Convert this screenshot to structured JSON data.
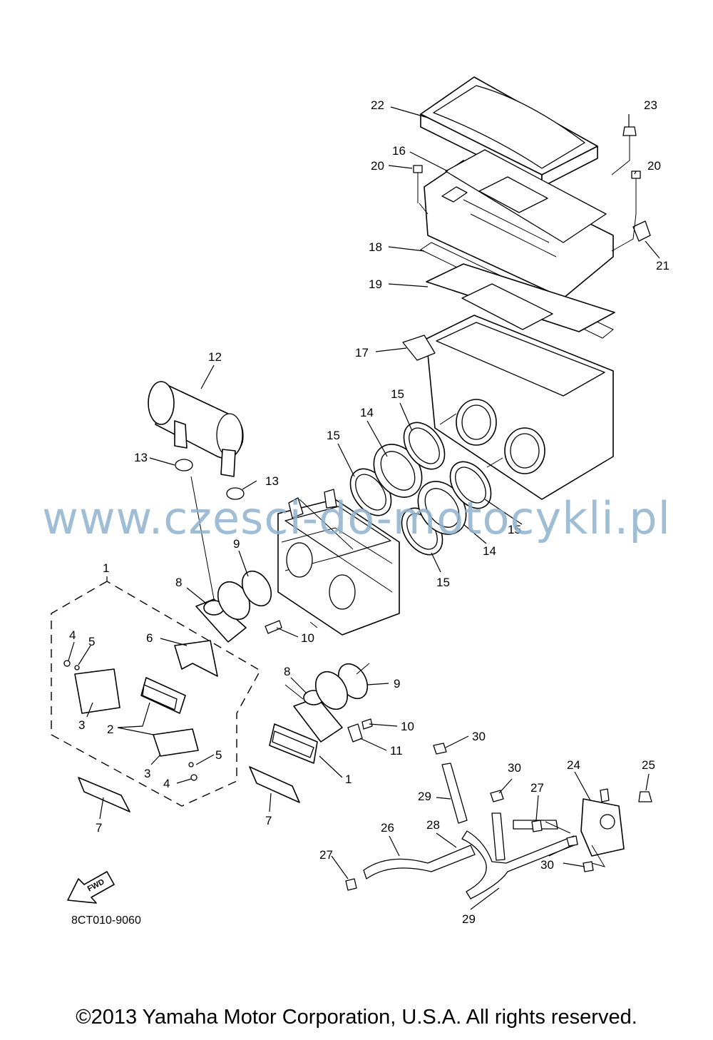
{
  "diagram_code": "8CT010-9060",
  "fwd_label": "FWD",
  "watermark": "www.czesci-do-motocykli.pl",
  "copyright": "©2013 Yamaha Motor Corporation, U.S.A. All rights reserved.",
  "callouts": [
    "22",
    "23",
    "16",
    "20",
    "20",
    "18",
    "21",
    "19",
    "17",
    "12",
    "15",
    "14",
    "13",
    "15",
    "13",
    "15",
    "14",
    "15",
    "1",
    "9",
    "8",
    "10",
    "6",
    "4",
    "5",
    "9",
    "8",
    "3",
    "2",
    "10",
    "11",
    "30",
    "5",
    "3",
    "4",
    "1",
    "30",
    "24",
    "25",
    "27",
    "29",
    "7",
    "7",
    "26",
    "28",
    "27",
    "30",
    "29"
  ]
}
